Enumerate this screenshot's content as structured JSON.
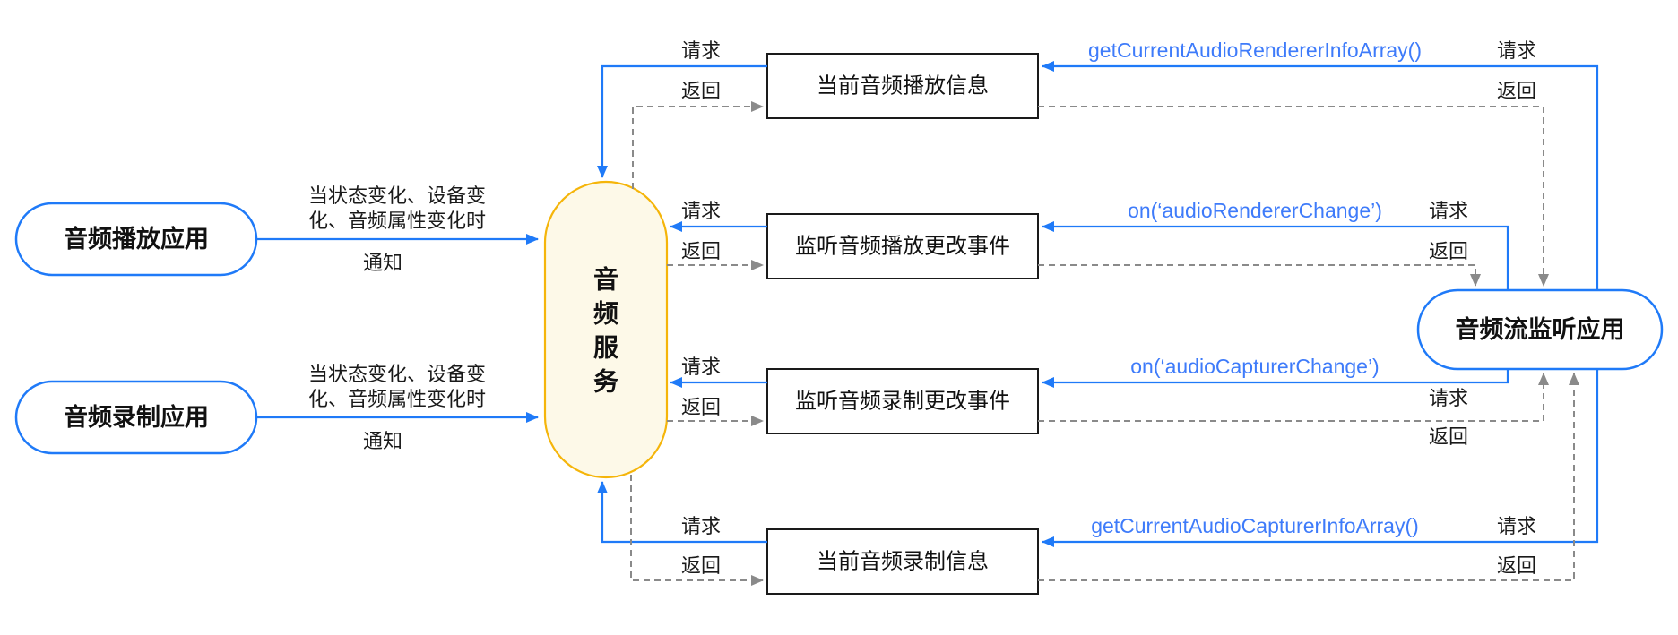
{
  "nodes": {
    "playback_app": {
      "label": "音频播放应用"
    },
    "record_app": {
      "label": "音频录制应用"
    },
    "audio_service": {
      "chars": [
        "音",
        "频",
        "服",
        "务"
      ]
    },
    "stream_listener_app": {
      "label": "音频流监听应用"
    },
    "boxes": [
      {
        "label": "当前音频播放信息"
      },
      {
        "label": "监听音频播放更改事件"
      },
      {
        "label": "监听音频录制更改事件"
      },
      {
        "label": "当前音频录制信息"
      }
    ]
  },
  "labels": {
    "request": "请求",
    "return": "返回",
    "notify": "通知",
    "condition_line1": "当状态变化、设备变",
    "condition_line2": "化、音频属性变化时"
  },
  "apis": [
    {
      "label": "getCurrentAudioRendererInfoArray()"
    },
    {
      "label": "on(‘audioRendererChange’)"
    },
    {
      "label": "on(‘audioCapturerChange’)"
    },
    {
      "label": "getCurrentAudioCapturerInfoArray()"
    }
  ],
  "colors": {
    "line_blue": "#1f7af8",
    "api_blue": "#3e7bfa",
    "dashed_gray": "#8a8a8a",
    "service_border": "#f5b50a",
    "service_fill": "#fdf9e8",
    "box_border": "#1a1a1a",
    "node_border": "#1f7af8"
  }
}
